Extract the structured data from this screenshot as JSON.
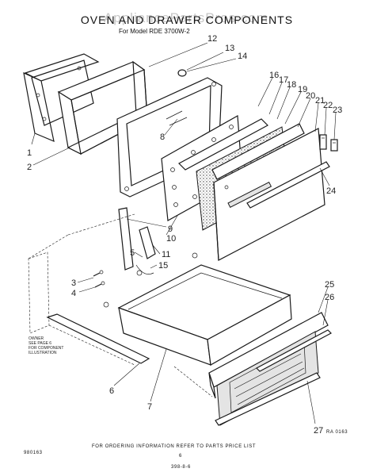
{
  "watermark": "AppliancePartsPros.com",
  "title": "OVEN AND DRAWER COMPONENTS",
  "subtitle": "For Model RDE 3700W-2",
  "labels": [
    "1",
    "2",
    "3",
    "4",
    "5",
    "6",
    "7",
    "8",
    "9",
    "10",
    "11",
    "12",
    "13",
    "14",
    "15",
    "16",
    "17",
    "18",
    "19",
    "20",
    "21",
    "22",
    "23",
    "24",
    "25",
    "26",
    "27"
  ],
  "side_note": [
    "OWNER",
    "SEE PAGE 6",
    "FOR COMPONENT",
    "ILLUSTRATION"
  ],
  "footer_note": "FOR ORDERING INFORMATION REFER TO PARTS PRICE LIST",
  "ref_code": "RA 0163",
  "doc_number": "980163",
  "page_number": "6",
  "page_code": "398-8-6"
}
